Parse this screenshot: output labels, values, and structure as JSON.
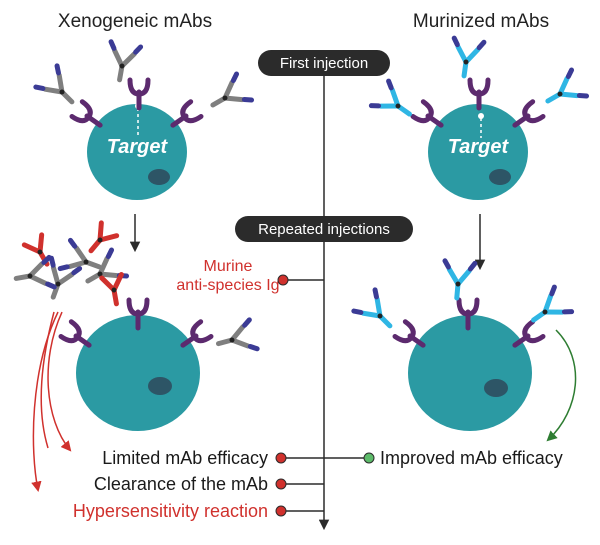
{
  "headers": {
    "left": "Xenogeneic mAbs",
    "right": "Murinized mAbs"
  },
  "steps": {
    "first": "First injection",
    "repeated": "Repeated injections"
  },
  "target_label": "Target",
  "murine_label": {
    "line1": "Murine",
    "line2": "anti-species Ig"
  },
  "outcomes": {
    "limited": "Limited mAb efficacy",
    "clearance": "Clearance of the mAb",
    "hypersensitivity": "Hypersensitivity reaction",
    "improved": "Improved mAb efficacy"
  },
  "colors": {
    "cell": "#2b9aa3",
    "nucleus": "#2d5566",
    "receptor": "#5c2a6e",
    "xeno_antibody": "#7f7f7f",
    "muri_antibody": "#2fb6e4",
    "light_chain": "#3b3b95",
    "anti_species": "#d0312d",
    "pill": "#2b2b2b",
    "green_arrow": "#2e7d32",
    "red": "#d0312d",
    "green_dot": "#5dbb6a"
  }
}
